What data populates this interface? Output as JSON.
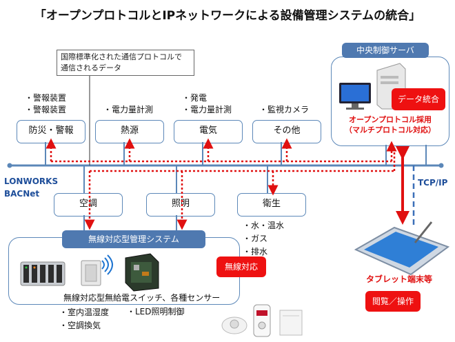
{
  "title": "「オープンプロトコルとIPネットワークによる設備管理システムの統合」",
  "callout": {
    "line1": "国際標準化された通信プロトコルで",
    "line2": "通信されるデータ"
  },
  "server": {
    "header": "中央制御サーバ",
    "data_label": "データ統合",
    "open_line1": "オープンプロトコル採用",
    "open_line2": "（マルチプロトコル対応）"
  },
  "top_boxes": [
    {
      "label": "防災・警報",
      "notes": [
        "・警報装置",
        "・警報装置"
      ]
    },
    {
      "label": "熱源",
      "notes": [
        "・電力量計測"
      ]
    },
    {
      "label": "電気",
      "notes": [
        "・発電",
        "・電力量計測"
      ]
    },
    {
      "label": "その他",
      "notes": [
        "・監視カメラ"
      ]
    }
  ],
  "bus_left": {
    "line1": "LONWORKS",
    "line2": "BACNet"
  },
  "bus_right": "TCP/IP",
  "bottom_boxes": [
    {
      "label": "空調"
    },
    {
      "label": "照明"
    },
    {
      "label": "衛生"
    }
  ],
  "sanitation_notes": [
    "・水・温水",
    "・ガス",
    "・排水"
  ],
  "wireless_system": {
    "header": "無線対応型管理システム",
    "caption": "無線対応型無給電スイッチ、各種センサー",
    "notes_left": [
      "・室内温湿度",
      "・空調換気"
    ],
    "notes_right": "・LED照明制御"
  },
  "wireless_badge": "無線対応",
  "tablet": {
    "label": "タブレット端末等",
    "action": "閲覧／操作"
  },
  "colors": {
    "accent_blue": "#4f79b0",
    "red": "#ee1111",
    "bus": "#5b87b8"
  }
}
